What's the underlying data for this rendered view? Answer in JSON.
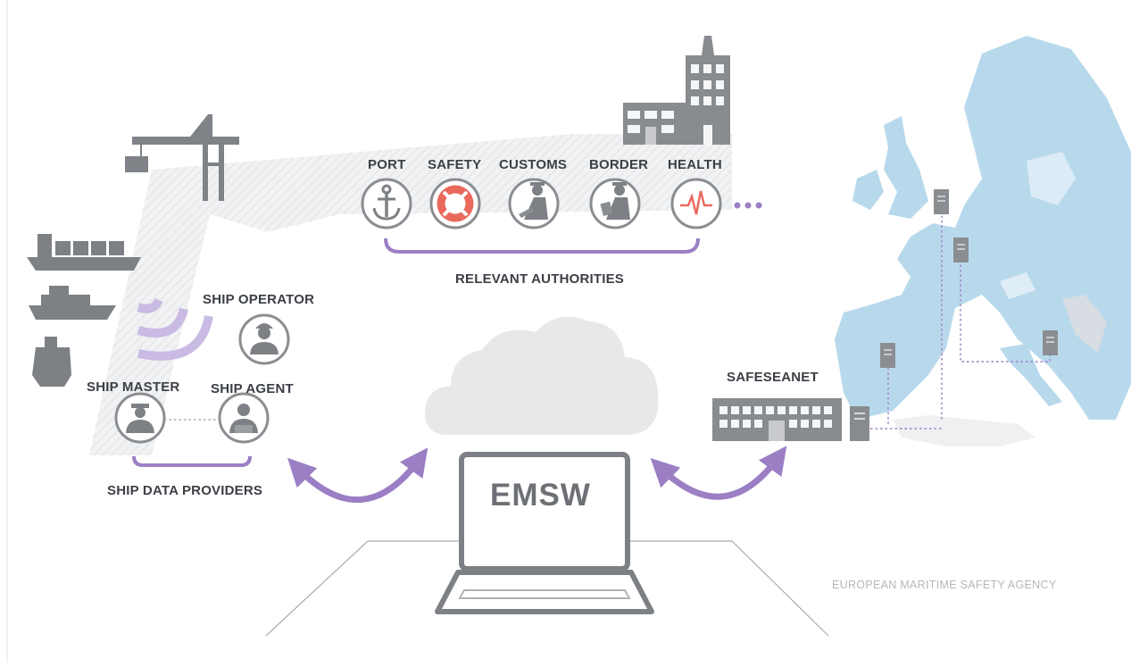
{
  "authorities": [
    {
      "label": "PORT",
      "icon": "anchor-icon"
    },
    {
      "label": "SAFETY",
      "icon": "lifebuoy-icon"
    },
    {
      "label": "CUSTOMS",
      "icon": "customs-officer-icon"
    },
    {
      "label": "BORDER",
      "icon": "border-guard-icon"
    },
    {
      "label": "HEALTH",
      "icon": "heartbeat-icon"
    }
  ],
  "authorities_group_label": "RELEVANT AUTHORITIES",
  "providers": {
    "operator": "SHIP OPERATOR",
    "master": "SHIP MASTER",
    "agent": "SHIP AGENT",
    "group_label": "SHIP DATA PROVIDERS"
  },
  "safeseanet_label": "SAFESEANET",
  "laptop_label": "EMSW",
  "credit": "EUROPEAN MARITIME SAFETY AGENCY",
  "colors": {
    "accent_purple": "#9b7ec4",
    "icon_gray": "#8a8d91",
    "map_blue": "#b8d9ec",
    "safety_red": "#e96a5d"
  }
}
